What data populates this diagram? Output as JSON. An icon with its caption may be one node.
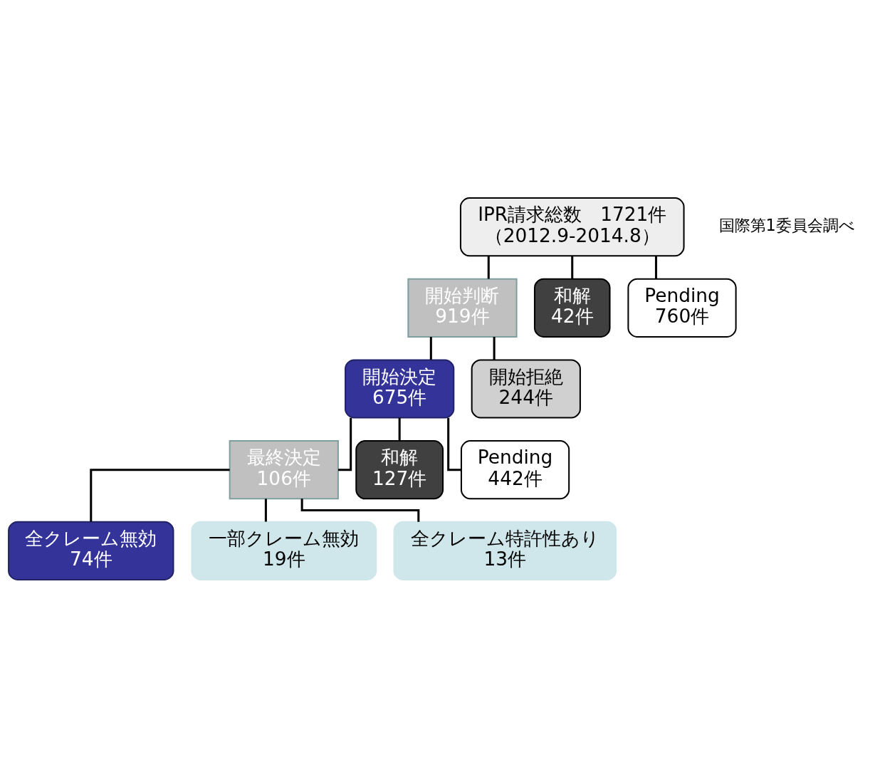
{
  "diagram": {
    "nodes": [
      {
        "text": [
          "IPR請求総数　1721件",
          "（2012.9-2014.8）"
        ]
      },
      {
        "text": [
          "開始判断",
          "919件"
        ]
      },
      {
        "text": [
          "和解",
          "42件"
        ]
      },
      {
        "text": [
          "Pending",
          "760件"
        ]
      },
      {
        "text": [
          "開始決定",
          "675件"
        ]
      },
      {
        "text": [
          "開始拒絶",
          "244件"
        ]
      },
      {
        "text": [
          "最終決定",
          "106件"
        ]
      },
      {
        "text": [
          "和解",
          "127件"
        ]
      },
      {
        "text": [
          "Pending",
          "442件"
        ]
      },
      {
        "text": [
          "全クレーム無効",
          "74件"
        ]
      },
      {
        "text": [
          "一部クレーム無効",
          "19件"
        ]
      },
      {
        "text": [
          "全クレーム特許性あり",
          "13件"
        ]
      }
    ],
    "edges": [
      {
        "from": 0,
        "to": 1,
        "arrow": "none"
      },
      {
        "from": 0,
        "to": 2,
        "arrow": "none"
      },
      {
        "from": 0,
        "to": 3,
        "arrow": "none"
      },
      {
        "from": 1,
        "to": 4,
        "arrow": "none"
      },
      {
        "from": 1,
        "to": 5,
        "arrow": "none"
      },
      {
        "from": 4,
        "to": 6,
        "arrow": "none"
      },
      {
        "from": 4,
        "to": 7,
        "arrow": "none"
      },
      {
        "from": 4,
        "to": 8,
        "arrow": "none"
      },
      {
        "from": 6,
        "to": 9,
        "arrow": "none"
      },
      {
        "from": 6,
        "to": 10,
        "arrow": "none"
      },
      {
        "from": 6,
        "to": 11,
        "arrow": "none"
      }
    ],
    "labels": [
      "国際第1委員会調べ"
    ]
  }
}
